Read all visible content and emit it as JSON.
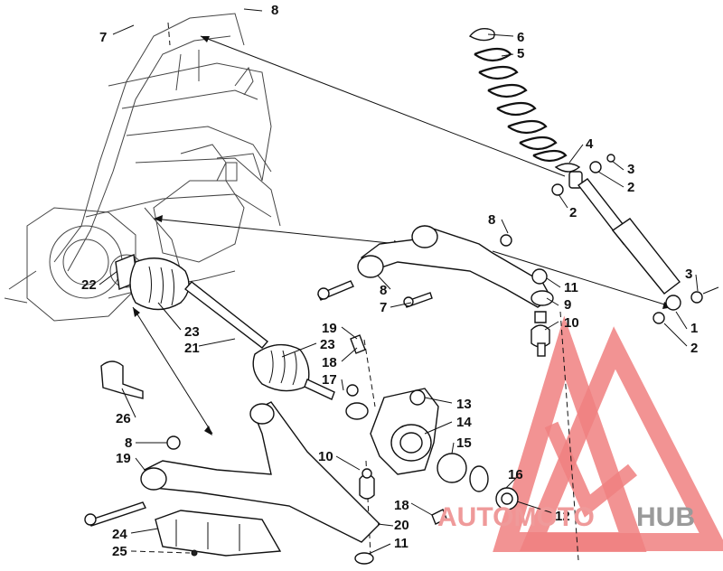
{
  "callouts": [
    {
      "id": "c7a",
      "text": "7"
    },
    {
      "id": "c8a",
      "text": "8"
    },
    {
      "id": "c6",
      "text": "6"
    },
    {
      "id": "c5",
      "text": "5"
    },
    {
      "id": "c4",
      "text": "4"
    },
    {
      "id": "c3a",
      "text": "3"
    },
    {
      "id": "c2a",
      "text": "2"
    },
    {
      "id": "c2b",
      "text": "2"
    },
    {
      "id": "c8b",
      "text": "8"
    },
    {
      "id": "c3b",
      "text": "3"
    },
    {
      "id": "c11a",
      "text": "11"
    },
    {
      "id": "c9",
      "text": "9"
    },
    {
      "id": "c10a",
      "text": "10"
    },
    {
      "id": "c1",
      "text": "1"
    },
    {
      "id": "c2c",
      "text": "2"
    },
    {
      "id": "c22",
      "text": "22"
    },
    {
      "id": "c8c",
      "text": "8"
    },
    {
      "id": "c7b",
      "text": "7"
    },
    {
      "id": "c23a",
      "text": "23"
    },
    {
      "id": "c21",
      "text": "21"
    },
    {
      "id": "c19a",
      "text": "19"
    },
    {
      "id": "c23b",
      "text": "23"
    },
    {
      "id": "c18a",
      "text": "18"
    },
    {
      "id": "c17",
      "text": "17"
    },
    {
      "id": "c13",
      "text": "13"
    },
    {
      "id": "c14",
      "text": "14"
    },
    {
      "id": "c15",
      "text": "15"
    },
    {
      "id": "c26",
      "text": "26"
    },
    {
      "id": "c8d",
      "text": "8"
    },
    {
      "id": "c19b",
      "text": "19"
    },
    {
      "id": "c10b",
      "text": "10"
    },
    {
      "id": "c16",
      "text": "16"
    },
    {
      "id": "c12",
      "text": "12"
    },
    {
      "id": "c18b",
      "text": "18"
    },
    {
      "id": "c20",
      "text": "20"
    },
    {
      "id": "c11b",
      "text": "11"
    },
    {
      "id": "c24",
      "text": "24"
    },
    {
      "id": "c25",
      "text": "25"
    }
  ],
  "watermark": {
    "part1": "AUTOMOTO",
    "part2": "HUB",
    "color_logo": "#f08080",
    "color_text_red": "#ef9a9a",
    "color_text_gray": "#9a9a9a"
  }
}
